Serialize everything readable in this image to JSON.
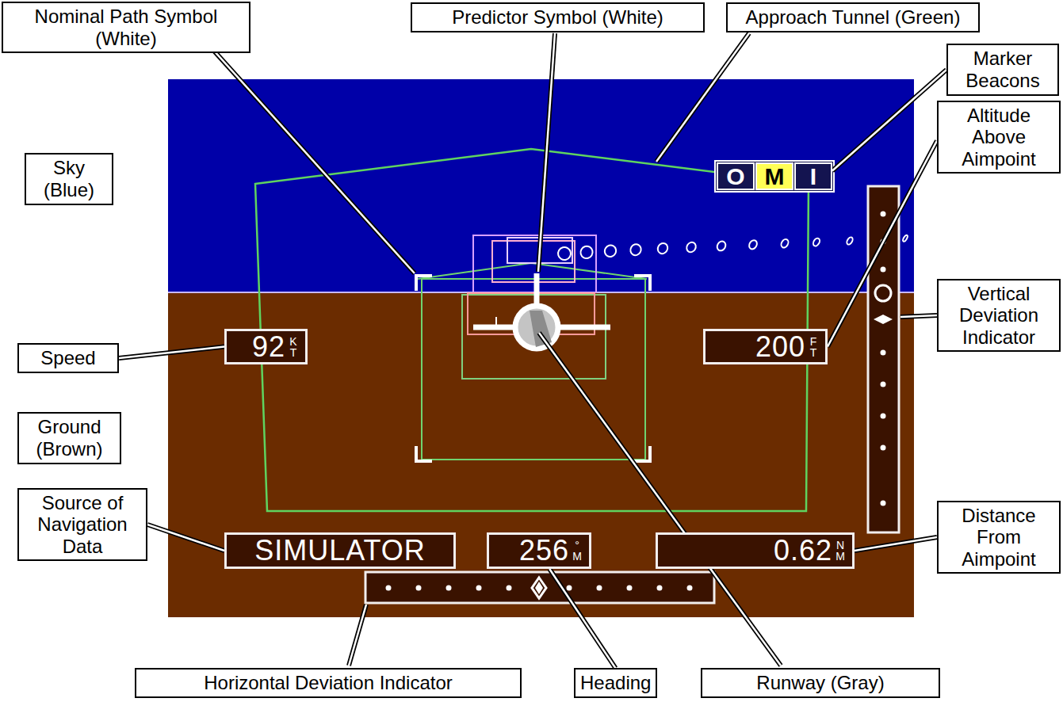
{
  "diagram": {
    "nodes": [
      {
        "text": [
          "Nominal Path Symbol (White)"
        ]
      },
      {
        "text": [
          "Predictor Symbol (White)"
        ]
      },
      {
        "text": [
          "Approach Tunnel (Green)"
        ]
      },
      {
        "text": [
          "Marker Beacons"
        ]
      },
      {
        "text": [
          "O"
        ]
      },
      {
        "text": [
          "M"
        ]
      },
      {
        "text": [
          "I"
        ]
      },
      {
        "text": [
          "Sky (Blue)"
        ]
      },
      {
        "text": [
          "Altitude Above Aimpoint"
        ]
      },
      {
        "text": [
          "92",
          "KT"
        ]
      },
      {
        "text": [
          "200",
          "FT"
        ]
      },
      {
        "text": [
          "Speed"
        ]
      },
      {
        "text": [
          "Vertical Deviation Indicator"
        ]
      },
      {
        "text": [
          "Ground (Brown)"
        ]
      },
      {
        "text": [
          "Source of Navigation Data"
        ]
      },
      {
        "text": [
          "SIMULATOR"
        ]
      },
      {
        "text": [
          "256",
          "°M"
        ]
      },
      {
        "text": [
          "0.62",
          "NM"
        ]
      },
      {
        "text": [
          "Distance From Aimpoint"
        ]
      },
      {
        "text": [
          "Horizontal Deviation Indicator"
        ]
      },
      {
        "text": [
          "Heading"
        ]
      },
      {
        "text": [
          "Runway (Gray)"
        ]
      }
    ],
    "edges": [
      {
        "from": 3,
        "to": 6,
        "arrow": "none"
      },
      {
        "from": 8,
        "to": 10,
        "arrow": "none"
      },
      {
        "from": 11,
        "to": 9,
        "arrow": "none"
      },
      {
        "from": 14,
        "to": 15,
        "arrow": "none"
      },
      {
        "from": 18,
        "to": 17,
        "arrow": "none"
      },
      {
        "from": 20,
        "to": 16,
        "arrow": "none"
      }
    ]
  }
}
